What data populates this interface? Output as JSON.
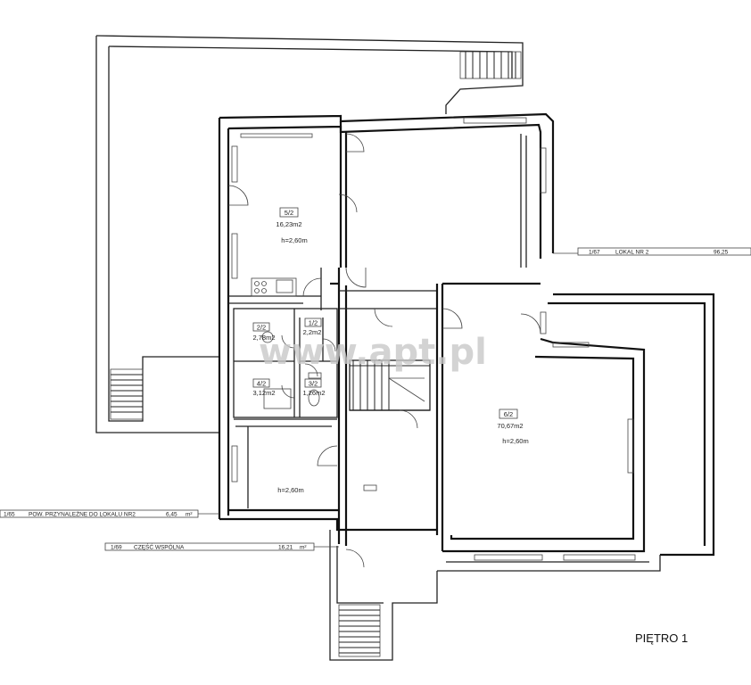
{
  "floor_label": "PIĘTRO 1",
  "watermark": "www.apt.pl",
  "rooms": [
    {
      "id": "room-5",
      "number": "5/2",
      "area": "16,23m2",
      "height": "h=2,60m"
    },
    {
      "id": "room-6",
      "number": "6/2",
      "area": "70,67m2",
      "height": "h=2,60m"
    },
    {
      "id": "room-2",
      "number": "2/2",
      "area": "2,78m2"
    },
    {
      "id": "room-1",
      "number": "1/2",
      "area": "2,2m2"
    },
    {
      "id": "room-4",
      "number": "4/2",
      "area": "3,12m2"
    },
    {
      "id": "room-3",
      "number": "3/2",
      "area": "1,26m2"
    },
    {
      "id": "room-lower-left",
      "height": "h=2,60m"
    }
  ],
  "legend_bars": [
    {
      "code": "1/67",
      "text": "LOKAL NR 2",
      "value": "96,25"
    },
    {
      "code": "1/65",
      "text": "POW. PRZYNALEŻNE DO LOKALU NR2",
      "value": "6,45",
      "unit": "m²"
    },
    {
      "code": "1/69",
      "text": "CZĘŚĆ WSPÓLNA",
      "value": "16,21",
      "unit": "m²"
    }
  ]
}
